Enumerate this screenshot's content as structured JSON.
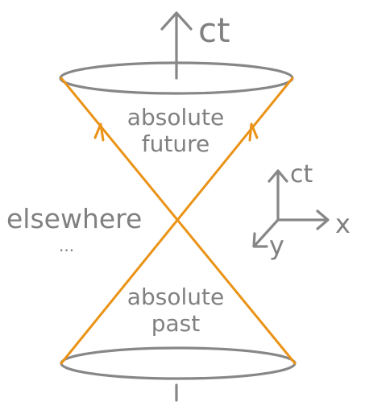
{
  "labels": {
    "time_axis": "ct",
    "future_line1": "absolute",
    "future_line2": "future",
    "past_line1": "absolute",
    "past_line2": "past",
    "elsewhere": "elsewhere",
    "ellipsis": "...",
    "axes_ct": "ct",
    "axes_x": "x",
    "axes_y": "y"
  },
  "colors": {
    "light_cone": "#ea9316",
    "ink": "#878787"
  }
}
